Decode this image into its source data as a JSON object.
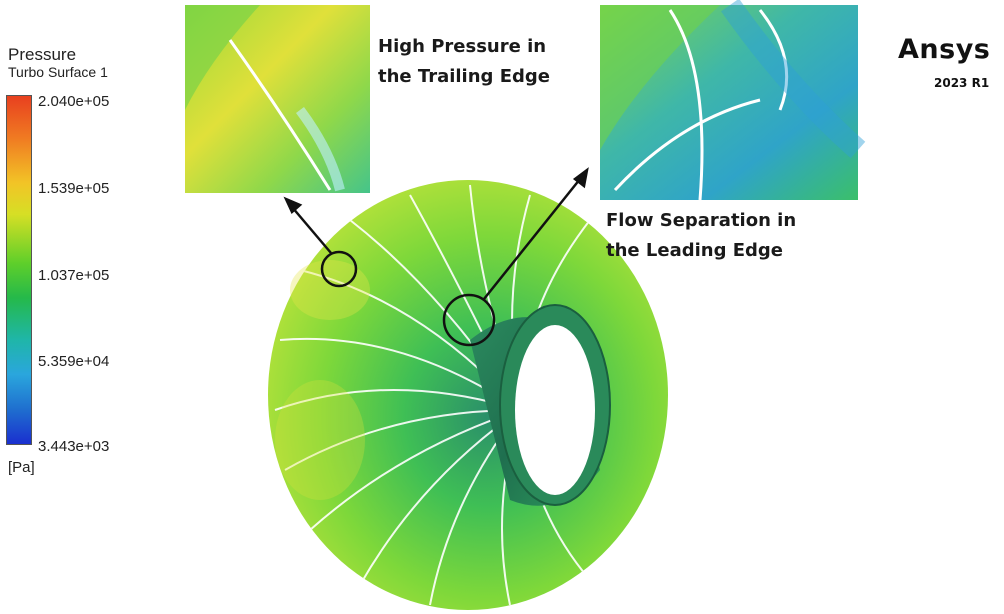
{
  "legend": {
    "title": "Pressure",
    "subtitle": "Turbo Surface 1",
    "ticks": [
      "2.040e+05",
      "1.539e+05",
      "1.037e+05",
      "5.359e+04",
      "3.443e+03"
    ],
    "unit": "[Pa]",
    "range": [
      3443,
      204000
    ],
    "colors": [
      "#e8401f",
      "#f2c426",
      "#5fcf2a",
      "#1fb6a8",
      "#2aa6dd",
      "#1a2fcf"
    ]
  },
  "callouts": {
    "trailing_line1": "High Pressure in",
    "trailing_line2": "the Trailing Edge",
    "leading_line1": "Flow Separation in",
    "leading_line2": "the Leading Edge"
  },
  "logo": {
    "name": "Ansys",
    "version": "2023 R1"
  }
}
